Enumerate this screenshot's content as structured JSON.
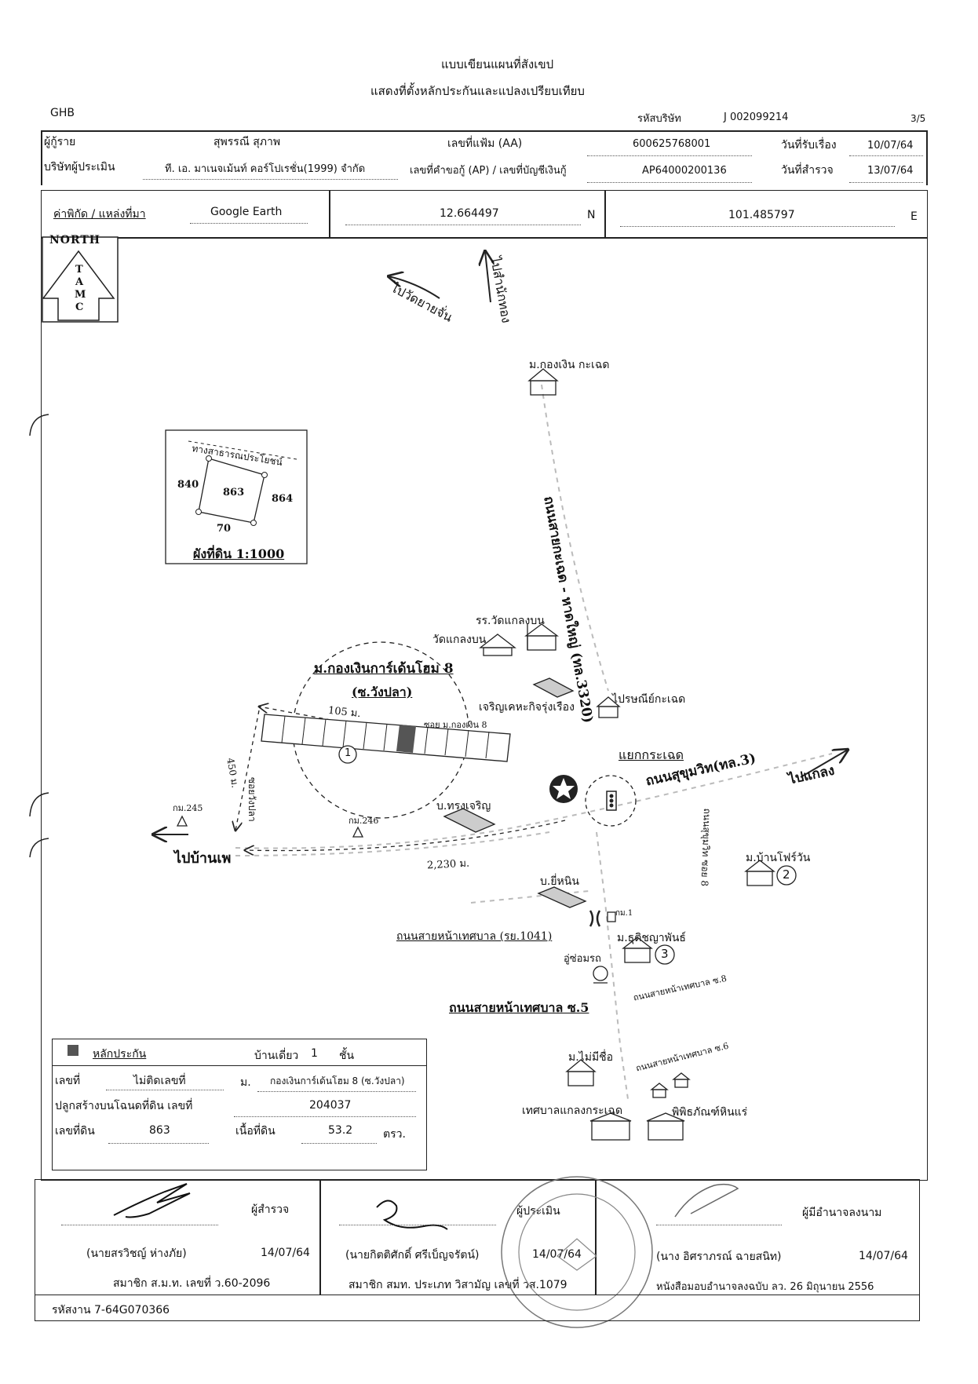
{
  "header": {
    "title1": "แบบเขียนแผนที่สังเขป",
    "title2": "แสดงที่ตั้งหลักประกันและแปลงเปรียบเทียบ",
    "ghb": "GHB",
    "company_code_label": "รหัสบริษัท",
    "company_code": "J 002099214",
    "page": "3/5"
  },
  "info": {
    "borrower_label": "ผู้กู้ราย",
    "borrower": "สุพรรณี สุภาพ",
    "file_no_label": "เลขที่แฟ้ม (AA)",
    "file_no": "600625768001",
    "received_label": "วันที่รับเรื่อง",
    "received": "10/07/64",
    "appraiser_label": "บริษัทผู้ประเมิน",
    "appraiser": "ที. เอ. มาเนจเม้นท์ คอร์โปเรชั่น(1999) จำกัด",
    "ap_label": "เลขที่คำขอกู้ (AP) / เลขที่บัญชีเงินกู้",
    "ap": "AP64000200136",
    "survey_label": "วันที่สำรวจ",
    "survey": "13/07/64"
  },
  "coords": {
    "source_label": "ค่าพิกัด / แหล่งที่มา",
    "source": "Google Earth",
    "lat": "12.664497",
    "lat_dir": "N",
    "lon": "101.485797",
    "lon_dir": "E"
  },
  "map": {
    "north": "NORTH",
    "tamc": [
      "T",
      "A",
      "M",
      "C"
    ],
    "to_wat_yai": "ไปวัดยายจั่น",
    "to_samnak_thong": "ไปสำนักทอง",
    "village_kongngoen": "ม.กองเงิน กะเฉด",
    "road_klaeng": "ถนนสายกะเฉด - หาดใหญ่ (ทล.3320)",
    "school": "รร.วัดแกลงบน",
    "temple": "วัดแกลงบน",
    "village_main": "ม.กองเงินการ์เด้นโฮม 8",
    "soi_wangpla": "(ซ.วังปลา)",
    "dist_105": "105 ม.",
    "soi_kongngoen": "ซอย ม.กองเงิน 8",
    "shop_charoen": "เจริญเคหะกิจรุ่งเรือง",
    "post_office": "ไปรษณีย์กะเฉด",
    "junction": "แยกกระเฉด",
    "sukhumvit": "ถนนสุขุมวิท(ทล.3)",
    "to_klaeng": "ไปแกลง",
    "dist_450": "450 ม.",
    "soi_wangpla_v": "ซอยวังปลา",
    "km245": "กม.245",
    "km246": "กม.246",
    "shop_song": "บ.ทรงเจริญ",
    "to_ban_phe": "ไปบ้านเพ",
    "dist_2230": "2,230 ม.",
    "sukhumvit_soi8": "ถนนสุขุมวิท ซอย 8",
    "village_fortune": "ม.บ้านโฟร์วัน",
    "shop_yinin": "บ.ยี่หนิน",
    "km1": "กม.1",
    "road_1041": "ถนนสายหน้าเทศบาล (รย.1041)",
    "village_thitiya": "ม.ธุติชญาพันธ์",
    "car_repair": "อู่ซ่อมรถ",
    "road_front_8": "ถนนสายหน้าเทศบาล ซ.8",
    "road_front_5": "ถนนสายหน้าเทศบาล ซ.5",
    "village_nameless": "ม.ไม่มีชื่อ",
    "road_front_6": "ถนนสายหน้าเทศบาล ซ.6",
    "municipality": "เทศบาลแกลงกระเฉด",
    "museum": "พิพิธภัณฑ์หินแร่",
    "n1": "1",
    "n2": "2",
    "n3": "3"
  },
  "inset": {
    "road": "ทางสาธารณประโยชน์",
    "left": "840",
    "center": "863",
    "right": "864",
    "bottom": "70",
    "caption": "ผังที่ดิน 1:1000"
  },
  "collateral": {
    "title": "หลักประกัน",
    "house_type": "บ้านเดี่ยว",
    "floors": "1",
    "floors_unit": "ชั้น",
    "no_label": "เลขที่",
    "no": "ไม่ติดเลขที่",
    "village_label": "ม.",
    "village": "กองเงินการ์เด้นโฮม 8 (ซ.วังปลา)",
    "deed_label": "ปลูกสร้างบนโฉนดที่ดิน เลขที่",
    "deed": "204037",
    "land_no_label": "เลขที่ดิน",
    "land_no": "863",
    "area_label": "เนื้อที่ดิน",
    "area": "53.2",
    "area_unit": "ตรว."
  },
  "signatures": {
    "surveyor_role": "ผู้สำรวจ",
    "surveyor_name": "(นายสรวิชญ์ ห่างภัย)",
    "surveyor_date": "14/07/64",
    "surveyor_member": "สมาชิก ส.ม.ท. เลขที่ ว.60-2096",
    "appraiser_role": "ผู้ประเมิน",
    "appraiser_name": "(นายกิตติศักดิ์ ศรีเบ็ญจรัตน์)",
    "appraiser_date": "14/07/64",
    "appraiser_member": "สมาชิก สมท. ประเภท วิสามัญ เลขที่ วส.1079",
    "signatory_role": "ผู้มีอำนาจลงนาม",
    "signatory_name": "(นาง อิศราภรณ์ ฉายสนิท)",
    "signatory_date": "14/07/64",
    "signatory_note": "หนังสือมอบอำนาจลงฉบับ ลว. 26 มิถุนายน 2556"
  },
  "footer": {
    "code": "รหัสงาน 7-64G070366"
  }
}
